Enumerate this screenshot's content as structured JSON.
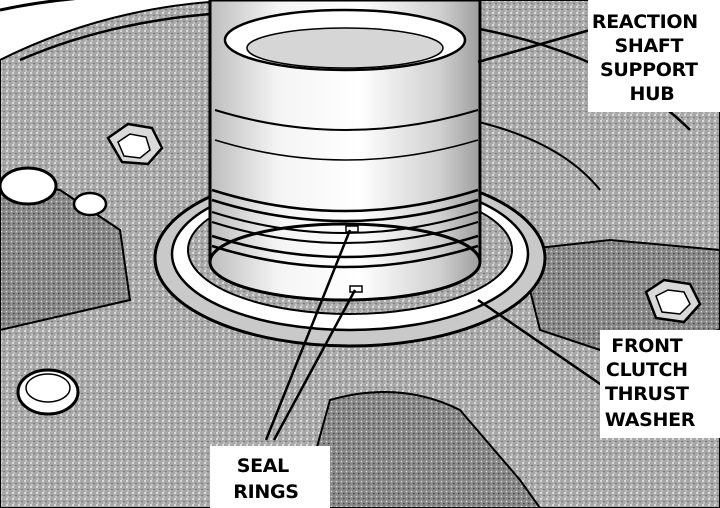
{
  "labels": {
    "reaction_shaft_support_hub": [
      "REACTION",
      "SHAFT",
      "SUPPORT",
      "HUB"
    ],
    "front_clutch_thrust_washer": [
      "FRONT",
      "CLUTCH",
      "THRUST",
      "WASHER"
    ],
    "seal_rings": [
      "SEAL",
      "RINGS"
    ]
  },
  "colors": {
    "ink": "#000000",
    "paper": "#ffffff",
    "casting": "#9a9a9a",
    "hub_light": "#f2f2f2"
  }
}
